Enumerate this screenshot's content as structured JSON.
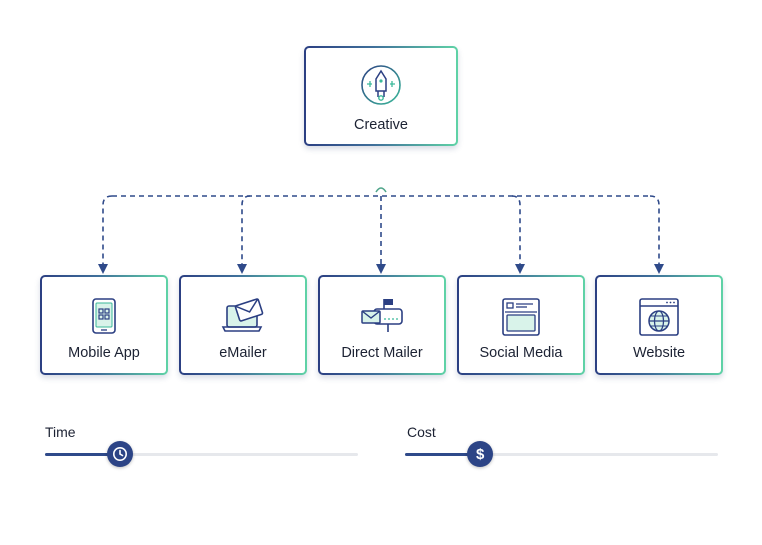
{
  "diagram": {
    "root": {
      "label": "Creative",
      "icon": "pen-tool-icon"
    },
    "children": [
      {
        "label": "Mobile App",
        "icon": "mobile-phone-icon"
      },
      {
        "label": "eMailer",
        "icon": "laptop-envelope-icon"
      },
      {
        "label": "Direct Mailer",
        "icon": "mailbox-icon"
      },
      {
        "label": "Social Media",
        "icon": "social-window-icon"
      },
      {
        "label": "Website",
        "icon": "globe-browser-icon"
      }
    ],
    "connector_style": "dashed",
    "colors": {
      "node_border_start": "#2b3f82",
      "node_border_end": "#5fd3a6",
      "connector": "#2f4a8a",
      "connector_root": "#4fa58a"
    }
  },
  "sliders": {
    "time": {
      "label": "Time",
      "value": 0.24,
      "icon": "clock-icon"
    },
    "cost": {
      "label": "Cost",
      "value": 0.24,
      "glyph": "$",
      "icon": "dollar-icon"
    }
  }
}
